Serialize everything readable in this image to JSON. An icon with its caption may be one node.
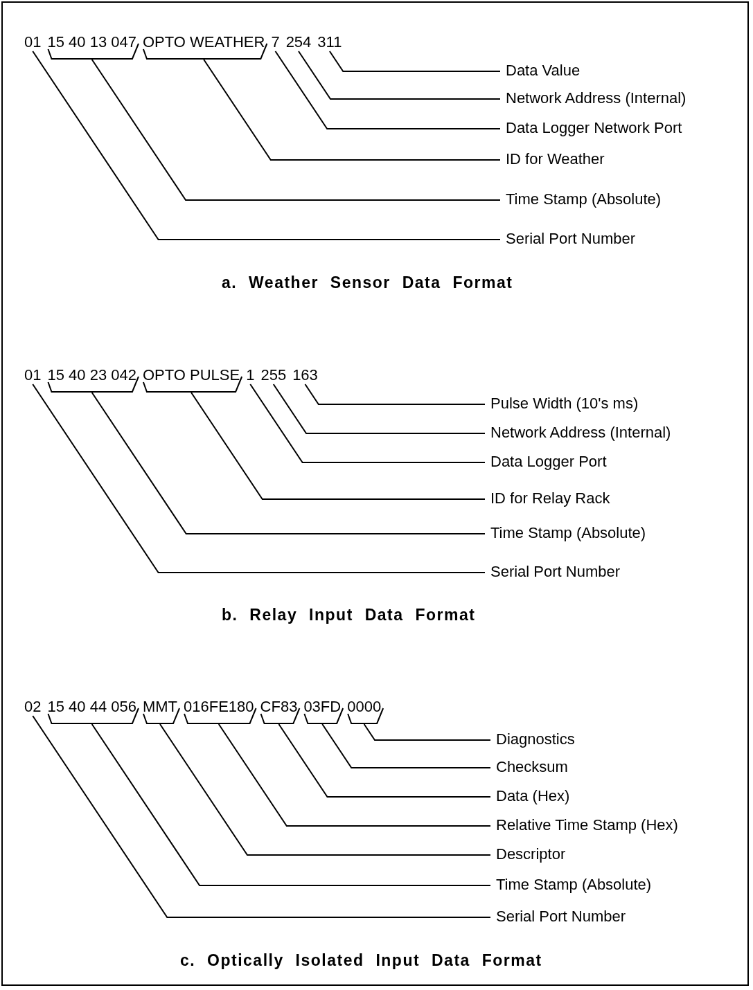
{
  "diagram": {
    "nodes": [
      {
        "text": [
          "01"
        ]
      },
      {
        "text": [
          "15 40 13 047"
        ]
      },
      {
        "text": [
          "OPTO WEATHER"
        ]
      },
      {
        "text": [
          "7"
        ]
      },
      {
        "text": [
          "254"
        ]
      },
      {
        "text": [
          "311"
        ]
      },
      {
        "text": [
          "Data Value"
        ]
      },
      {
        "text": [
          "Network Address (Internal)"
        ]
      },
      {
        "text": [
          "Data Logger Network Port"
        ]
      },
      {
        "text": [
          "ID for Weather"
        ]
      },
      {
        "text": [
          "Time Stamp (Absolute)"
        ]
      },
      {
        "text": [
          "Serial Port Number"
        ]
      },
      {
        "text": [
          "01"
        ]
      },
      {
        "text": [
          "15 40 23 042"
        ]
      },
      {
        "text": [
          "OPTO PULSE"
        ]
      },
      {
        "text": [
          "1"
        ]
      },
      {
        "text": [
          "255"
        ]
      },
      {
        "text": [
          "163"
        ]
      },
      {
        "text": [
          "Pulse Width (10's ms)"
        ]
      },
      {
        "text": [
          "Network Address (Internal)"
        ]
      },
      {
        "text": [
          "Data Logger Port"
        ]
      },
      {
        "text": [
          "ID for Relay Rack"
        ]
      },
      {
        "text": [
          "Time Stamp (Absolute)"
        ]
      },
      {
        "text": [
          "Serial Port Number"
        ]
      },
      {
        "text": [
          "02"
        ]
      },
      {
        "text": [
          "15 40 44 056"
        ]
      },
      {
        "text": [
          "MMT"
        ]
      },
      {
        "text": [
          "016FE180"
        ]
      },
      {
        "text": [
          "CF83"
        ]
      },
      {
        "text": [
          "03FD"
        ]
      },
      {
        "text": [
          "0000"
        ]
      },
      {
        "text": [
          "Diagnostics"
        ]
      },
      {
        "text": [
          "Checksum"
        ]
      },
      {
        "text": [
          "Data (Hex)"
        ]
      },
      {
        "text": [
          "Relative Time Stamp (Hex)"
        ]
      },
      {
        "text": [
          "Descriptor"
        ]
      },
      {
        "text": [
          "Time Stamp (Absolute)"
        ]
      },
      {
        "text": [
          "Serial Port Number"
        ]
      }
    ],
    "edges": [
      {
        "from": 6,
        "to": 5,
        "arrow": "none"
      },
      {
        "from": 7,
        "to": 4,
        "arrow": "none"
      },
      {
        "from": 8,
        "to": 3,
        "arrow": "none"
      },
      {
        "from": 9,
        "to": 2,
        "arrow": "none"
      },
      {
        "from": 10,
        "to": 1,
        "arrow": "none"
      },
      {
        "from": 11,
        "to": 0,
        "arrow": "none"
      },
      {
        "from": 18,
        "to": 17,
        "arrow": "none"
      },
      {
        "from": 19,
        "to": 16,
        "arrow": "none"
      },
      {
        "from": 20,
        "to": 15,
        "arrow": "none"
      },
      {
        "from": 21,
        "to": 14,
        "arrow": "none"
      },
      {
        "from": 22,
        "to": 13,
        "arrow": "none"
      },
      {
        "from": 23,
        "to": 12,
        "arrow": "none"
      },
      {
        "from": 31,
        "to": 30,
        "arrow": "none"
      },
      {
        "from": 32,
        "to": 29,
        "arrow": "none"
      },
      {
        "from": 33,
        "to": 28,
        "arrow": "none"
      },
      {
        "from": 34,
        "to": 27,
        "arrow": "none"
      },
      {
        "from": 35,
        "to": 26,
        "arrow": "none"
      },
      {
        "from": 36,
        "to": 25,
        "arrow": "none"
      },
      {
        "from": 37,
        "to": 24,
        "arrow": "none"
      }
    ],
    "labels": [
      "a. Weather Sensor Data Format",
      "b. Relay Input Data Format",
      "c. Optically Isolated Input Data Format"
    ]
  }
}
